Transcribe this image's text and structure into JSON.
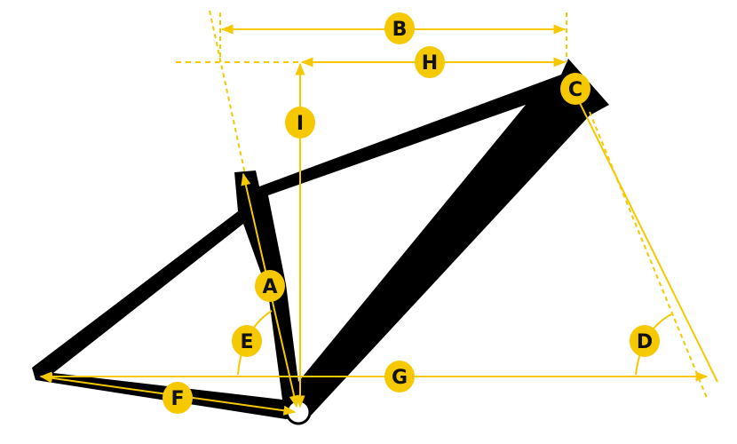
{
  "diagram": {
    "colors": {
      "frame": "#000000",
      "annotation": "#f5c800",
      "badge_text": "#111111",
      "background": "#ffffff"
    },
    "labels": {
      "a": "A",
      "b": "B",
      "c": "C",
      "d": "D",
      "e": "E",
      "f": "F",
      "g": "G",
      "h": "H",
      "i": "I"
    }
  }
}
